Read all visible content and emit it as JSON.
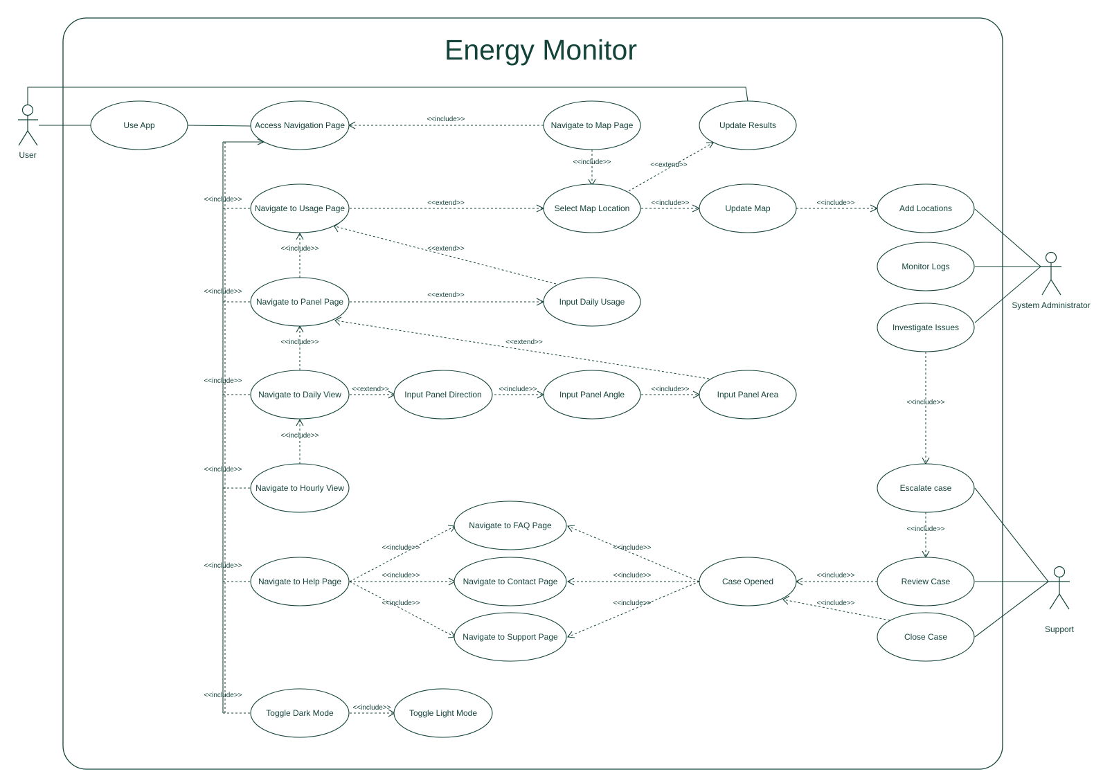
{
  "system": {
    "title": "Energy Monitor"
  },
  "actors": [
    {
      "id": "user",
      "label": "User"
    },
    {
      "id": "admin",
      "label": "System Administrator"
    },
    {
      "id": "support",
      "label": "Support"
    }
  ],
  "use_cases": [
    {
      "id": "use_app",
      "label": "Use App"
    },
    {
      "id": "access_nav",
      "label": "Access Navigation Page"
    },
    {
      "id": "nav_map",
      "label": "Navigate to Map Page"
    },
    {
      "id": "update_results",
      "label": "Update Results"
    },
    {
      "id": "nav_usage",
      "label": "Navigate to Usage Page"
    },
    {
      "id": "select_map",
      "label": "Select Map Location"
    },
    {
      "id": "update_map",
      "label": "Update Map"
    },
    {
      "id": "add_locations",
      "label": "Add Locations"
    },
    {
      "id": "monitor_logs",
      "label": "Monitor Logs"
    },
    {
      "id": "nav_panel",
      "label": "Navigate to Panel Page"
    },
    {
      "id": "input_daily",
      "label": "Input Daily Usage"
    },
    {
      "id": "investigate",
      "label": "Investigate Issues"
    },
    {
      "id": "nav_daily",
      "label": "Navigate to Daily View"
    },
    {
      "id": "input_dir",
      "label": "Input Panel Direction"
    },
    {
      "id": "input_angle",
      "label": "Input Panel Angle"
    },
    {
      "id": "input_area",
      "label": "Input Panel Area"
    },
    {
      "id": "nav_hourly",
      "label": "Navigate to Hourly View"
    },
    {
      "id": "escalate",
      "label": "Escalate case"
    },
    {
      "id": "nav_faq",
      "label": "Navigate to FAQ Page"
    },
    {
      "id": "nav_help",
      "label": "Navigate to Help Page"
    },
    {
      "id": "nav_contact",
      "label": "Navigate to Contact Page"
    },
    {
      "id": "case_opened",
      "label": "Case Opened"
    },
    {
      "id": "review_case",
      "label": "Review Case"
    },
    {
      "id": "nav_support",
      "label": "Navigate to Support Page"
    },
    {
      "id": "close_case",
      "label": "Close Case"
    },
    {
      "id": "toggle_dark",
      "label": "Toggle Dark Mode"
    },
    {
      "id": "toggle_light",
      "label": "Toggle Light Mode"
    }
  ],
  "relations": [
    {
      "type": "include",
      "label": "<<include>>"
    },
    {
      "type": "extend",
      "label": "<<extend>>"
    }
  ]
}
